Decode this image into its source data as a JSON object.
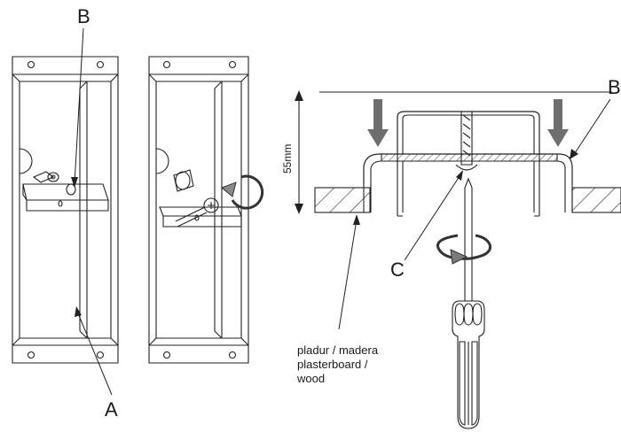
{
  "labels": {
    "left_top": "B",
    "left_bottom": "A",
    "right_top": "B",
    "right_middle": "C",
    "dimension": "55mm"
  },
  "material_text": {
    "line1": "pladur / madera",
    "line2": "plasterboard /",
    "line3": "wood"
  },
  "colors": {
    "line": "#222222",
    "arrow_fill": "#6e6e6e",
    "rotate_arrow_fill": "#8a8a8a",
    "background": "#ffffff"
  }
}
